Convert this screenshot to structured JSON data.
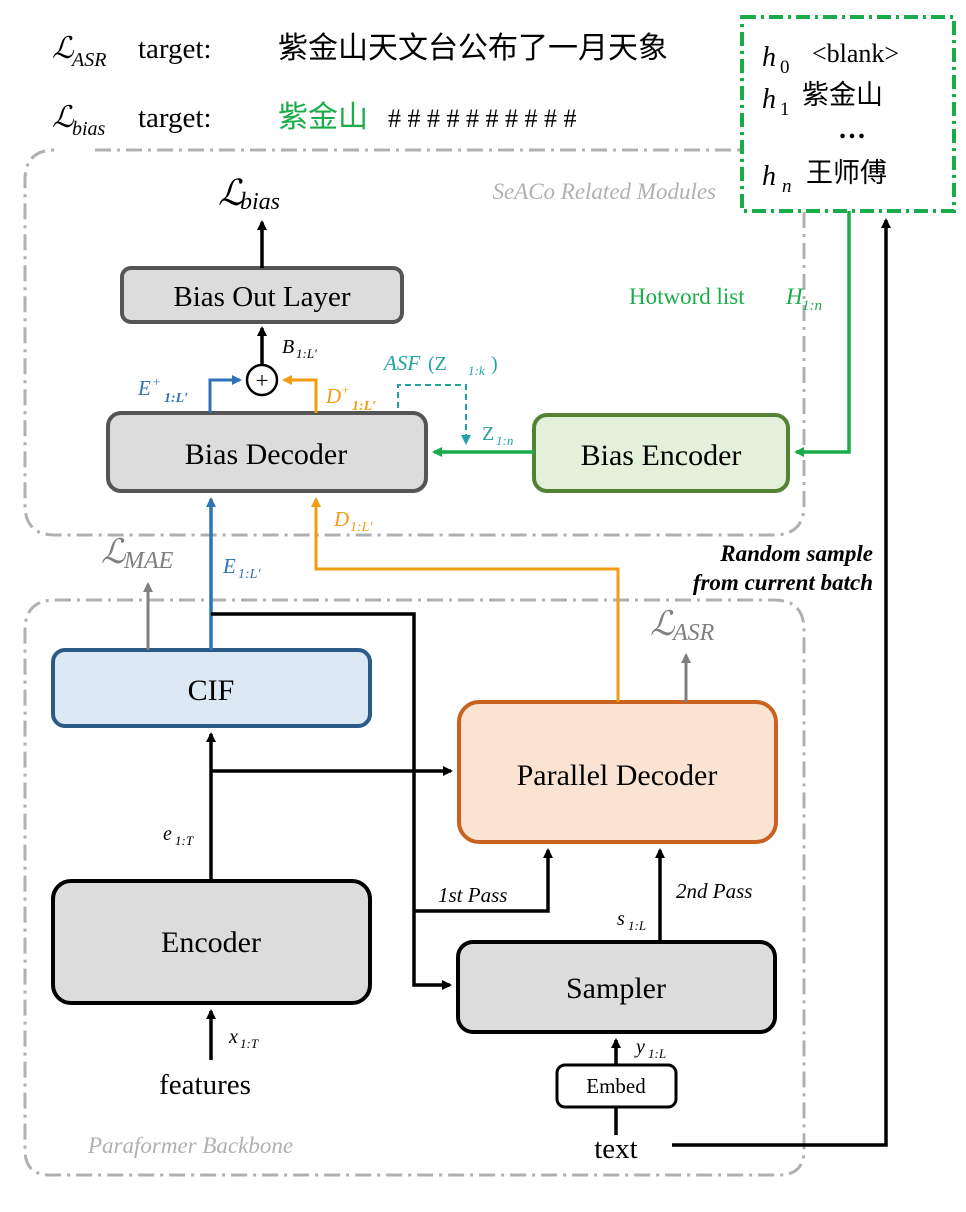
{
  "targets": {
    "asr_loss_symbol": "ℒ",
    "asr_loss_sub": "ASR",
    "asr_word": "target:",
    "asr_text": "紫金山天文台公布了一月天象",
    "bias_loss_symbol": "ℒ",
    "bias_loss_sub": "bias",
    "bias_word": "target:",
    "bias_highlight": "紫金山",
    "bias_rest": "# # # # # # # # # #"
  },
  "hotword_box": {
    "h0": "h",
    "h0_sub": "0",
    "h0_text": "<blank>",
    "h1": "h",
    "h1_sub": "1",
    "h1_text": "紫金山",
    "ellipsis": "…",
    "hn": "h",
    "hn_sub": "n",
    "hn_text": "王师傅"
  },
  "regions": {
    "seaco": "SeACo Related Modules",
    "paraformer": "Paraformer Backbone"
  },
  "blocks": {
    "bias_out": "Bias Out Layer",
    "bias_decoder": "Bias Decoder",
    "bias_encoder": "Bias Encoder",
    "cif": "CIF",
    "parallel_decoder": "Parallel Decoder",
    "encoder": "Encoder",
    "sampler": "Sampler",
    "embed": "Embed"
  },
  "labels": {
    "loss_bias": "bias",
    "loss_mae": "MAE",
    "loss_asr": "ASR",
    "b": "B",
    "b_sub": "1:L′",
    "e_plus": "E",
    "e_plus_sub": "1:L′",
    "d_plus": "D",
    "d_plus_sub": "1:L′",
    "asf": "ASF",
    "asf_arg": "(Z",
    "asf_arg_sub": "1:k",
    "asf_close": ")",
    "z": "Z",
    "z_sub": "1:n",
    "hotword": "Hotword list ",
    "hotword_h": "H",
    "hotword_sub": "1:n",
    "d": "D",
    "d_sub": "1:L′",
    "e": "E",
    "e_sub": "1:L′",
    "random_sample_1": "Random sample",
    "random_sample_2": "from current batch",
    "e_enc": "e",
    "e_enc_sub": "1:T",
    "first_pass": "1st Pass",
    "second_pass": "2nd Pass",
    "s": "s",
    "s_sub": "1:L",
    "y": "y",
    "y_sub": "1:L",
    "x": "x",
    "x_sub": "1:T",
    "features": "features",
    "text": "text",
    "plus": "+"
  },
  "colors": {
    "green": "#1aac4a",
    "blue": "#2e72b8",
    "orange": "#f39c12",
    "teal": "#22a3a3",
    "gray": "#7f7f7f",
    "region": "#b0b0b0",
    "box_gray": "#dcdcdc",
    "box_border_gray": "#555555",
    "cif_fill": "#dce9f5",
    "cif_border": "#2a5a86",
    "pd_fill": "#fbe3d3",
    "pd_border": "#c8621e",
    "be_fill": "#e3f0da",
    "be_border": "#548235"
  }
}
